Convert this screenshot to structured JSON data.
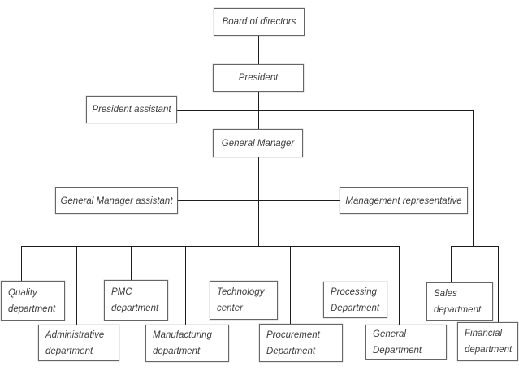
{
  "diagram": {
    "type": "org-chart",
    "nodes": {
      "board": {
        "label": "Board of directors"
      },
      "president": {
        "label": "President"
      },
      "president_assistant": {
        "label": "President assistant"
      },
      "general_manager": {
        "label": "General Manager"
      },
      "gm_assistant": {
        "label": "General Manager assistant"
      },
      "management_representative": {
        "label": "Management representative"
      },
      "quality": {
        "label": "Quality\ndepartment"
      },
      "pmc": {
        "label": "PMC\ndepartment"
      },
      "technology": {
        "label": "Technology\ncenter"
      },
      "processing": {
        "label": "Processing\nDepartment"
      },
      "sales": {
        "label": "Sales\ndepartment"
      },
      "administrative": {
        "label": "Administrative\ndepartment"
      },
      "manufacturing": {
        "label": "Manufacturing\ndepartment"
      },
      "procurement": {
        "label": "Procurement\nDepartment"
      },
      "general": {
        "label": "General\nDepartment"
      },
      "financial": {
        "label": "Financial\ndepartment"
      }
    },
    "edges": [
      [
        "board",
        "president"
      ],
      [
        "president",
        "president_assistant"
      ],
      [
        "president",
        "general_manager"
      ],
      [
        "general_manager",
        "gm_assistant"
      ],
      [
        "general_manager",
        "management_representative"
      ],
      [
        "general_manager",
        "quality"
      ],
      [
        "general_manager",
        "administrative"
      ],
      [
        "general_manager",
        "pmc"
      ],
      [
        "general_manager",
        "manufacturing"
      ],
      [
        "general_manager",
        "technology"
      ],
      [
        "general_manager",
        "procurement"
      ],
      [
        "general_manager",
        "processing"
      ],
      [
        "general_manager",
        "general"
      ],
      [
        "president_assistant",
        "sales"
      ],
      [
        "president_assistant",
        "financial"
      ]
    ],
    "colors": {
      "box_border": "#666666",
      "connector_line": "#1c1c1c",
      "text": "#3d3d3d",
      "background": "#ffffff"
    }
  }
}
